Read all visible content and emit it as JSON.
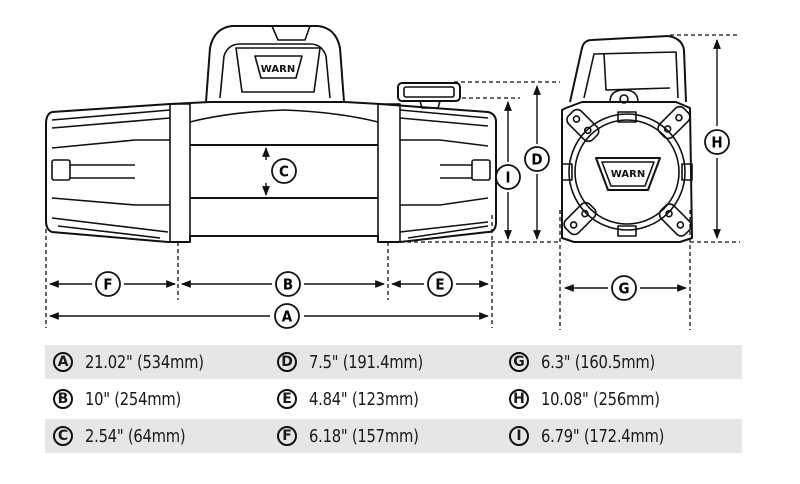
{
  "diagram": {
    "subject": "WARN winch dimensional drawing",
    "logo_text": "WARN",
    "views": [
      "front-view",
      "side-view"
    ],
    "dimension_labels": {
      "front_view": [
        "A",
        "B",
        "C",
        "D",
        "E",
        "F",
        "I"
      ],
      "side_view": [
        "G",
        "H"
      ]
    }
  },
  "specs": {
    "rows": [
      [
        {
          "letter": "A",
          "value": "21.02\" (534mm)"
        },
        {
          "letter": "D",
          "value": "7.5\" (191.4mm)"
        },
        {
          "letter": "G",
          "value": "6.3\" (160.5mm)"
        }
      ],
      [
        {
          "letter": "B",
          "value": "10\" (254mm)"
        },
        {
          "letter": "E",
          "value": "4.84\" (123mm)"
        },
        {
          "letter": "H",
          "value": "10.08\" (256mm)"
        }
      ],
      [
        {
          "letter": "C",
          "value": "2.54\" (64mm)"
        },
        {
          "letter": "F",
          "value": "6.18\" (157mm)"
        },
        {
          "letter": "I",
          "value": "6.79\" (172.4mm)"
        }
      ]
    ],
    "shaded_row_color": "#e6e6e6"
  }
}
